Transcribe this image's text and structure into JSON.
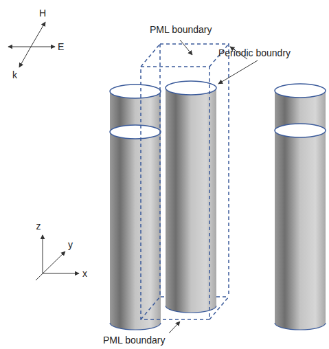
{
  "diagram": {
    "labels": [
      "H",
      "E",
      "k",
      "PML boundary",
      "Periodic boundry",
      "PML boundary",
      "z",
      "y",
      "x"
    ]
  }
}
